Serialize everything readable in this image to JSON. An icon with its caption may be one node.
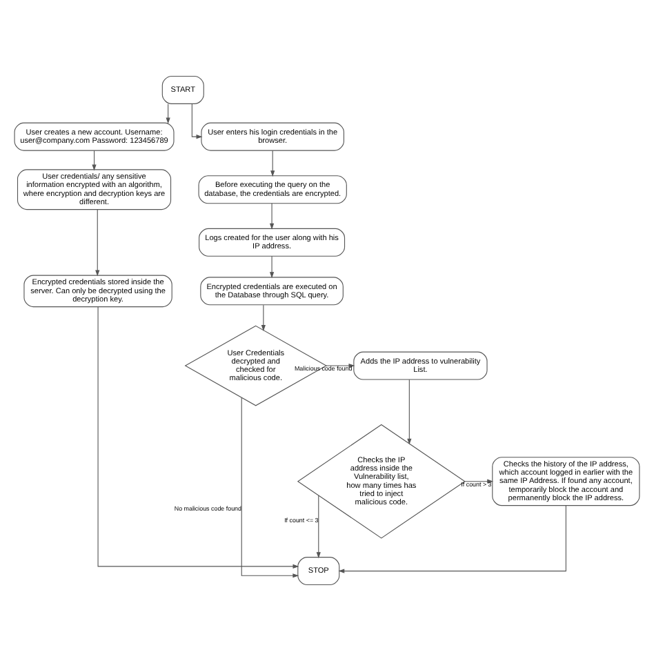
{
  "diagram": {
    "nodes": [
      {
        "text": [
          "START"
        ]
      },
      {
        "text": [
          "User creates a new account. Username: user@company.com Password: 123456789"
        ]
      },
      {
        "text": [
          "User credentials/ any sensitive information encrypted with an algorithm, where encryption and decryption keys are different."
        ]
      },
      {
        "text": [
          "Encrypted credentials stored inside the server. Can only be decrypted using the decryption key."
        ]
      },
      {
        "text": [
          "User enters his login credentials in the browser."
        ]
      },
      {
        "text": [
          "Before executing the query on the database, the credentials are encrypted."
        ]
      },
      {
        "text": [
          "Logs created for the user along with his IP address."
        ]
      },
      {
        "text": [
          "Encrypted credentials are executed on the Database through SQL query."
        ]
      },
      {
        "text": [
          "User Credentials decrypted and checked for malicious code."
        ]
      },
      {
        "text": [
          "Adds the IP address to vulnerability List."
        ]
      },
      {
        "text": [
          "Checks the IP address inside the Vulnerability list, how many times has tried to inject malicious code."
        ]
      },
      {
        "text": [
          "Checks the history of the IP address, which account logged in earlier with the same IP Address. If found any account, temporarily block the account and permanently block the IP address."
        ]
      },
      {
        "text": [
          "STOP"
        ]
      }
    ],
    "edges": [
      {
        "from": 0,
        "to": 1,
        "arrow": "to"
      },
      {
        "from": 0,
        "to": 4,
        "arrow": "to"
      },
      {
        "from": 1,
        "to": 2,
        "arrow": "to"
      },
      {
        "from": 2,
        "to": 3,
        "arrow": "to"
      },
      {
        "from": 3,
        "to": 12,
        "arrow": "to"
      },
      {
        "from": 4,
        "to": 5,
        "arrow": "to"
      },
      {
        "from": 5,
        "to": 6,
        "arrow": "to"
      },
      {
        "from": 6,
        "to": 7,
        "arrow": "to"
      },
      {
        "from": 7,
        "to": 8,
        "arrow": "to"
      },
      {
        "from": 8,
        "to": 9,
        "arrow": "to",
        "label": "Malicious code found"
      },
      {
        "from": 8,
        "to": 12,
        "arrow": "to",
        "label": "No malicious code found"
      },
      {
        "from": 9,
        "to": 10,
        "arrow": "to"
      },
      {
        "from": 10,
        "to": 11,
        "arrow": "to",
        "label": "If count > 3"
      },
      {
        "from": 10,
        "to": 12,
        "arrow": "to",
        "label": "If count <= 3"
      },
      {
        "from": 11,
        "to": 12,
        "arrow": "to"
      }
    ]
  }
}
